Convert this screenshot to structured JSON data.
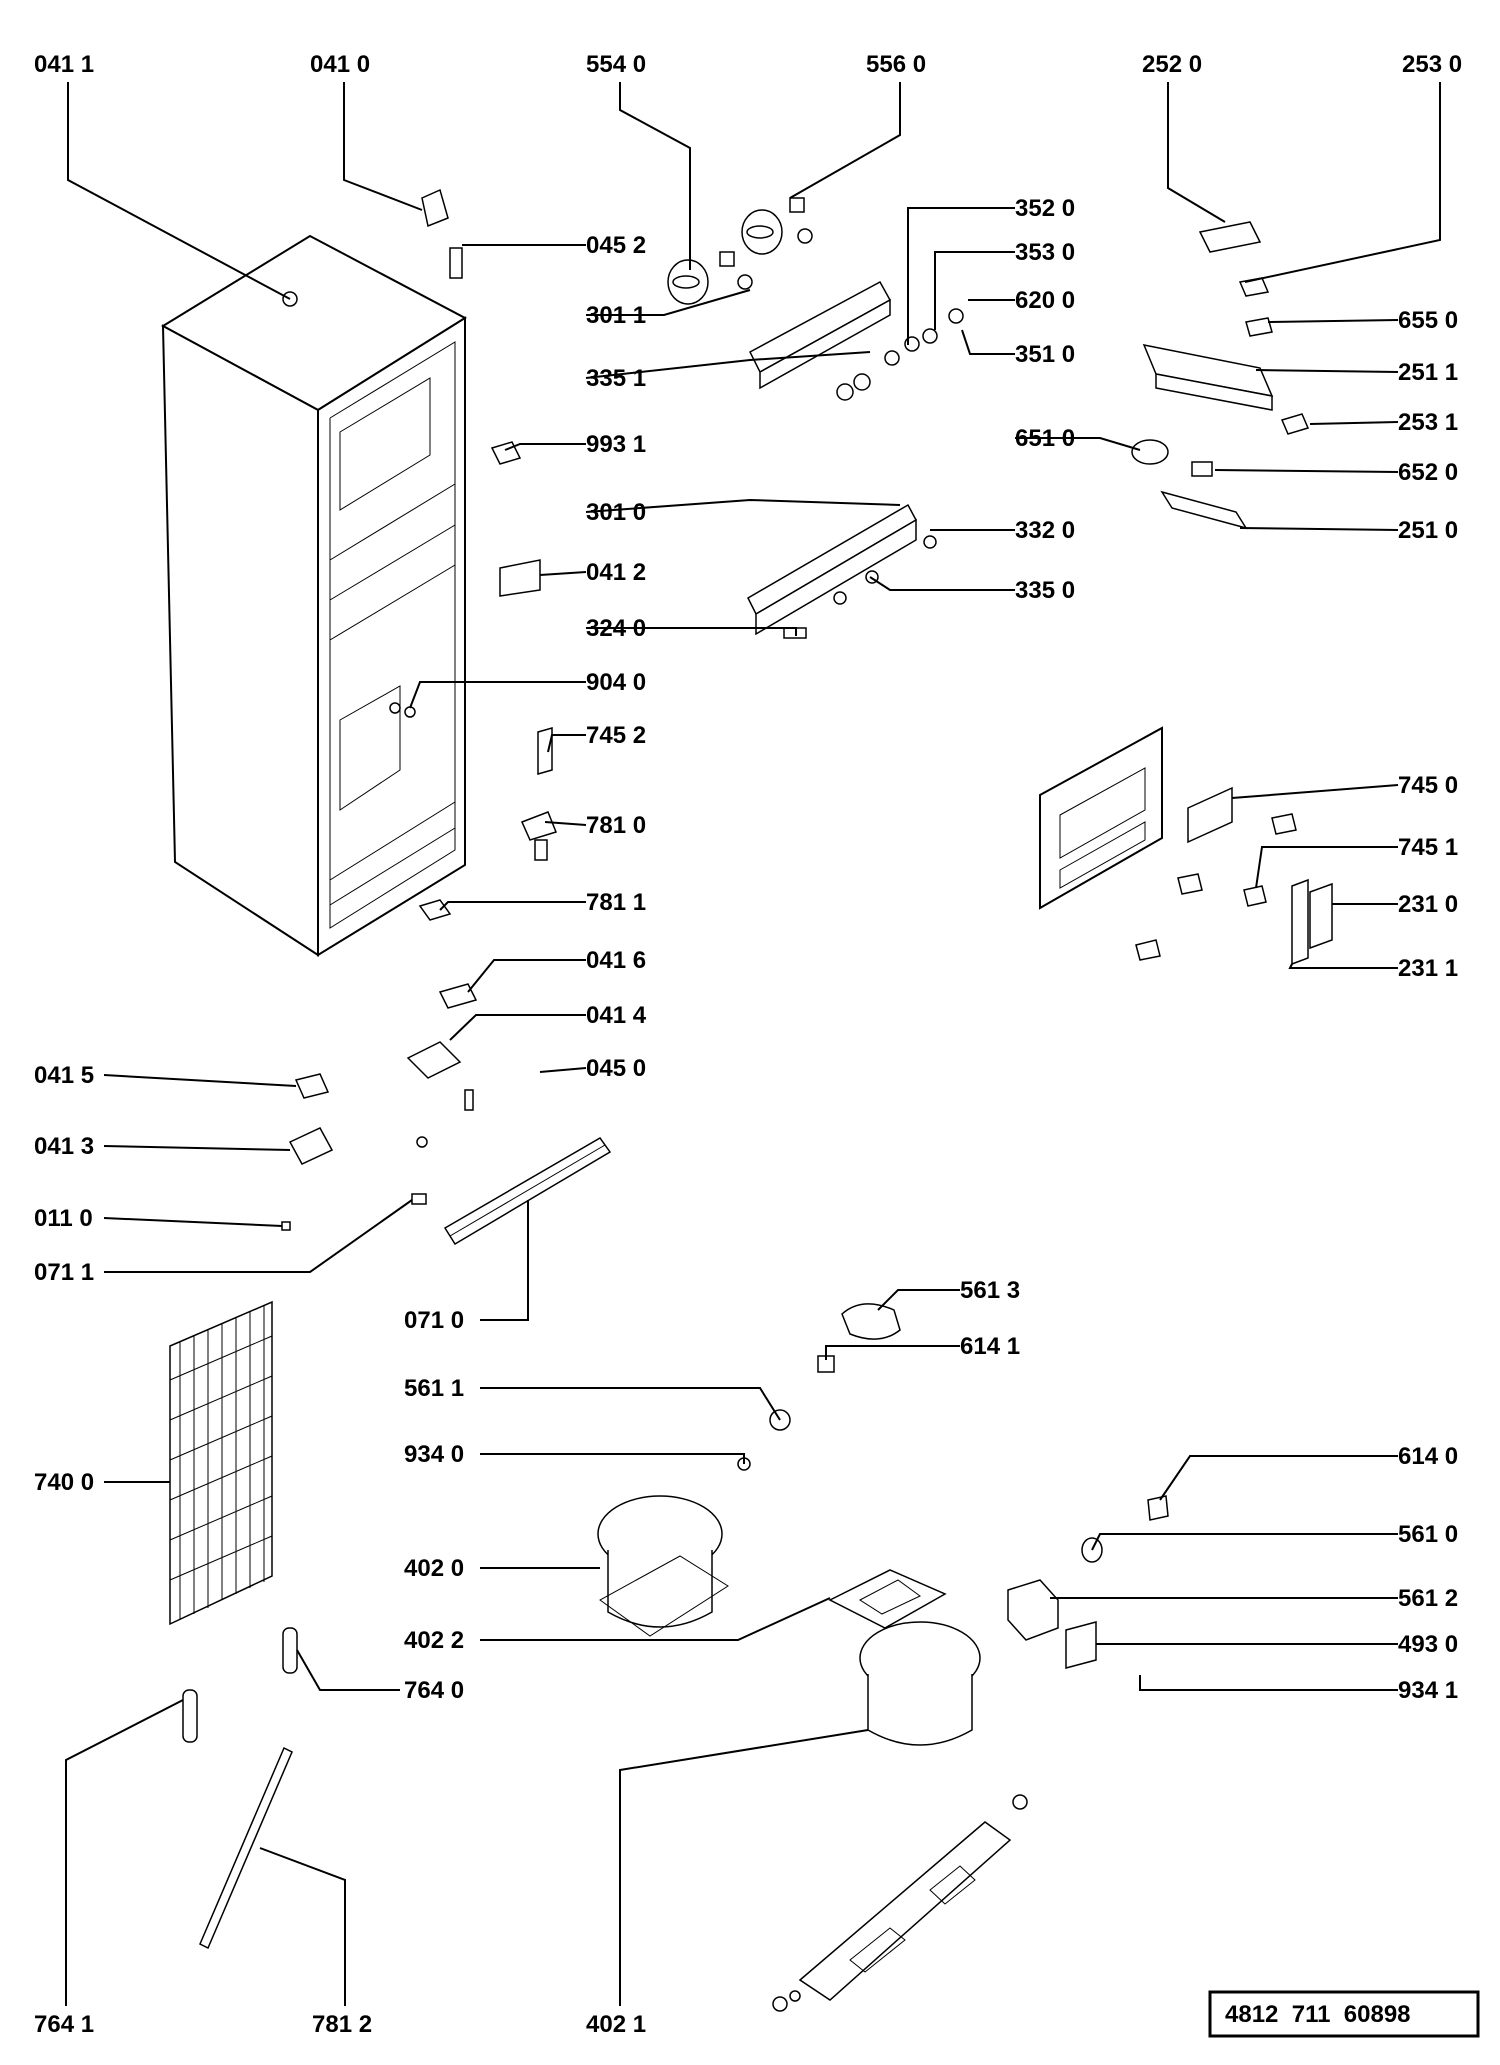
{
  "labels": [
    "041 1",
    "041 0",
    "554 0",
    "556 0",
    "252 0",
    "253 0",
    "045 2",
    "352 0",
    "353 0",
    "301 1",
    "620 0",
    "655 0",
    "335 1",
    "351 0",
    "251 1",
    "253 1",
    "993 1",
    "651 0",
    "652 0",
    "301 0",
    "332 0",
    "251 0",
    "041 2",
    "335 0",
    "324 0",
    "904 0",
    "745 2",
    "745 0",
    "781 0",
    "745 1",
    "231 0",
    "781 1",
    "231 1",
    "041 6",
    "041 4",
    "041 5",
    "045 0",
    "041 3",
    "011 0",
    "071 1",
    "071 0",
    "561 3",
    "614 1",
    "561 1",
    "934 0",
    "740 0",
    "614 0",
    "561 0",
    "402 0",
    "561 2",
    "402 2",
    "493 0",
    "764 0",
    "934 1",
    "764 1",
    "781 2",
    "402 1"
  ],
  "doc_ref": "4812  711  60898"
}
